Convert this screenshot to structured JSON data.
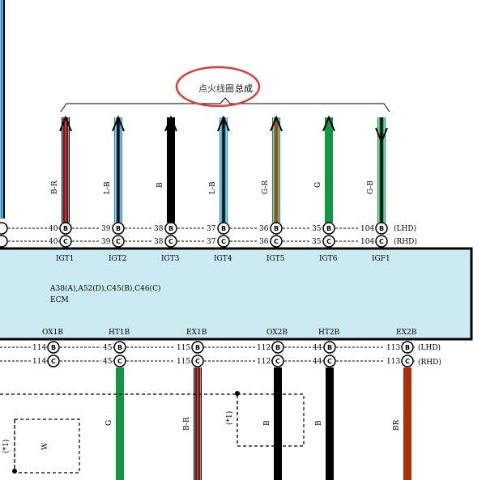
{
  "header": {
    "title_highlight": "点火线圈",
    "title_rest": "总成"
  },
  "top_wires": [
    {
      "color": "B-R",
      "pin": "40",
      "label": "IGT1",
      "style": "br"
    },
    {
      "color": "L-B",
      "pin": "39",
      "label": "IGT2",
      "style": "lb"
    },
    {
      "color": "B",
      "pin": "38",
      "label": "IGT3",
      "style": "b"
    },
    {
      "color": "L-B",
      "pin": "37",
      "label": "IGT4",
      "style": "lb"
    },
    {
      "color": "G-R",
      "pin": "36",
      "label": "IGT5",
      "style": "gr"
    },
    {
      "color": "G",
      "pin": "35",
      "label": "IGT6",
      "style": "g"
    },
    {
      "color": "G-B",
      "pin": "104",
      "label": "IGF1",
      "style": "gb"
    }
  ],
  "bottom_wires": [
    {
      "label": "OX1B",
      "pin": "114",
      "color": ""
    },
    {
      "label": "HT1B",
      "pin": "45",
      "color": "G"
    },
    {
      "label": "EX1B",
      "pin": "115",
      "color": "B-R"
    },
    {
      "label": "OX2B",
      "pin": "112",
      "color": "B"
    },
    {
      "label": "HT2B",
      "pin": "44",
      "color": "B"
    },
    {
      "label": "EX2B",
      "pin": "113",
      "color": "BR"
    }
  ],
  "connector_B": "B",
  "connector_C": "C",
  "lhd": "(LHD)",
  "rhd": "(RHD)",
  "ecm": {
    "connectors": "A38(A),A52(D),C45(B),C46(C)",
    "name": "ECM"
  },
  "note_mark": "(*1)",
  "left_wire_color": "W"
}
